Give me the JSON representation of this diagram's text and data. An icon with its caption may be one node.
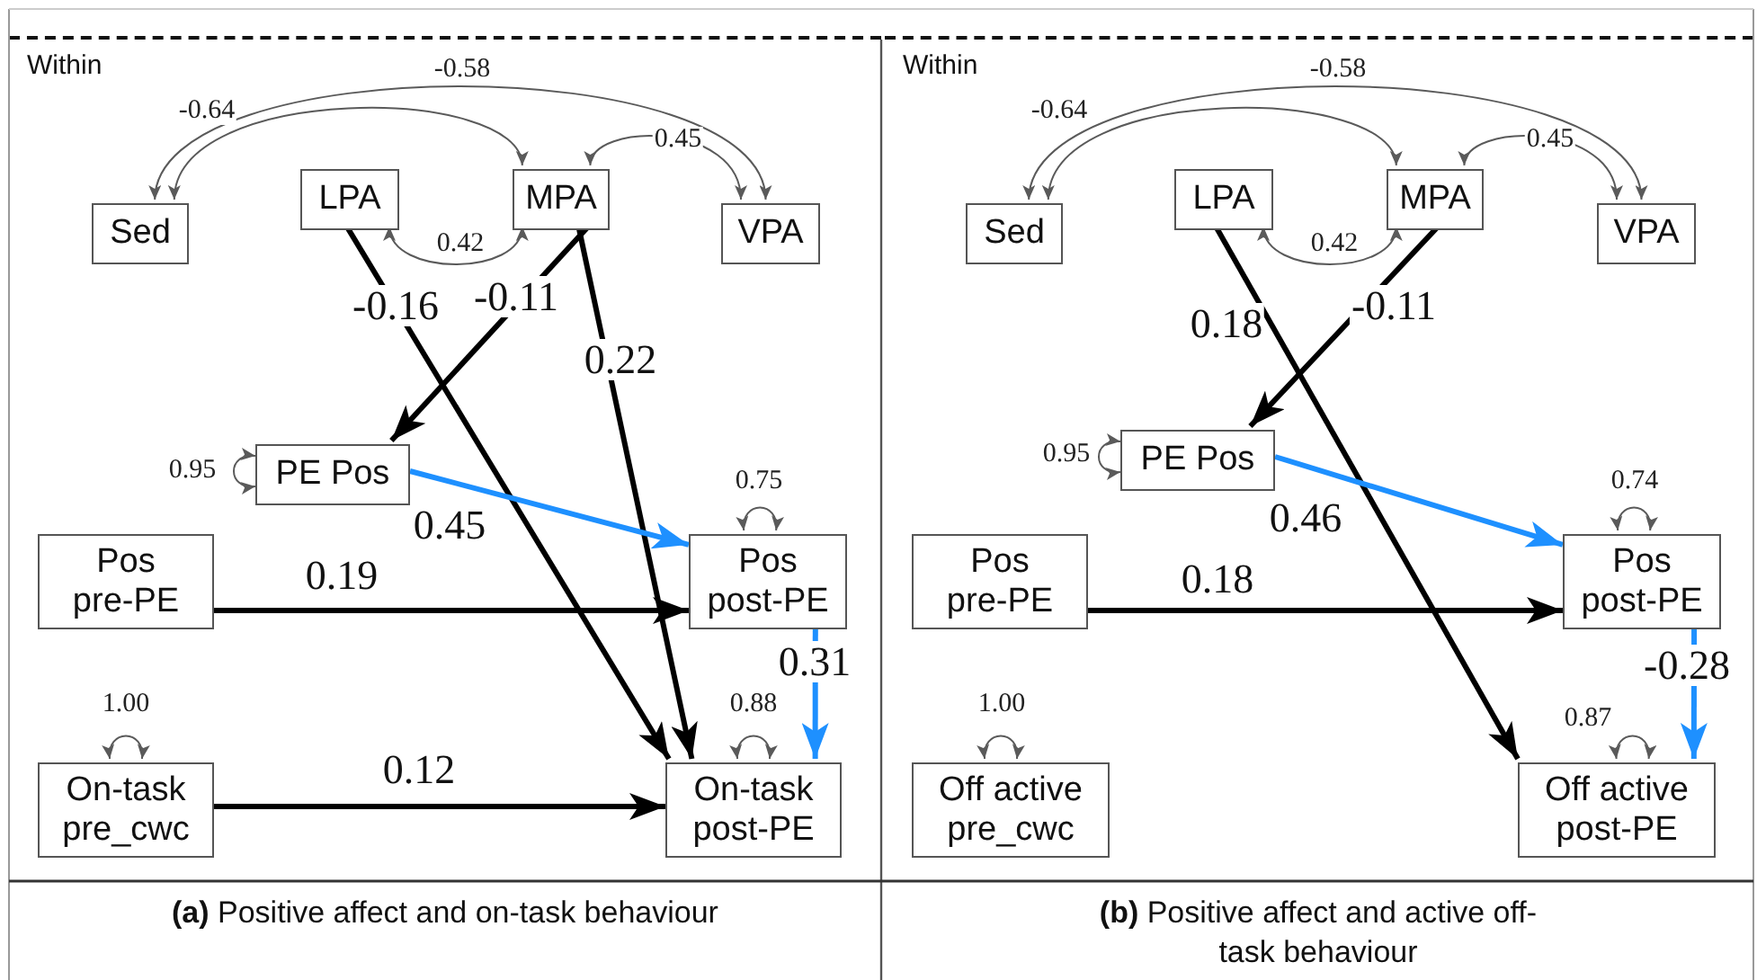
{
  "diagram": {
    "nodes": [
      {
        "text": [
          "Within"
        ]
      },
      {
        "text": [
          "Sed"
        ],
        "in": 0
      },
      {
        "text": [
          "LPA"
        ],
        "in": 0
      },
      {
        "text": [
          "MPA"
        ],
        "in": 0
      },
      {
        "text": [
          "VPA"
        ],
        "in": 0
      },
      {
        "text": [
          "PE Pos"
        ],
        "in": 0
      },
      {
        "text": [
          "Pos pre-PE"
        ],
        "in": 0
      },
      {
        "text": [
          "Pos post-PE"
        ],
        "in": 0
      },
      {
        "text": [
          "On-task pre_cwc"
        ],
        "in": 0
      },
      {
        "text": [
          "On-task post-PE"
        ],
        "in": 0
      },
      {
        "text": [
          "Within"
        ]
      },
      {
        "text": [
          "Sed"
        ],
        "in": 10
      },
      {
        "text": [
          "LPA"
        ],
        "in": 10
      },
      {
        "text": [
          "MPA"
        ],
        "in": 10
      },
      {
        "text": [
          "VPA"
        ],
        "in": 10
      },
      {
        "text": [
          "PE Pos"
        ],
        "in": 10
      },
      {
        "text": [
          "Pos pre-PE"
        ],
        "in": 10
      },
      {
        "text": [
          "Pos post-PE"
        ],
        "in": 10
      },
      {
        "text": [
          "Off active pre_cwc"
        ],
        "in": 10
      },
      {
        "text": [
          "Off active post-PE"
        ],
        "in": 10
      }
    ],
    "edges": [
      {
        "from": 1,
        "to": 3,
        "arrow": "both",
        "label": "-0.64"
      },
      {
        "from": 1,
        "to": 4,
        "arrow": "both",
        "label": "-0.58"
      },
      {
        "from": 3,
        "to": 4,
        "arrow": "both",
        "label": "0.45"
      },
      {
        "from": 2,
        "to": 3,
        "arrow": "both",
        "label": "0.42"
      },
      {
        "from": 5,
        "to": 5,
        "arrow": "both",
        "label": "0.95"
      },
      {
        "from": 7,
        "to": 7,
        "arrow": "both",
        "label": "0.75"
      },
      {
        "from": 8,
        "to": 8,
        "arrow": "both",
        "label": "1.00"
      },
      {
        "from": 9,
        "to": 9,
        "arrow": "both",
        "label": "0.88"
      },
      {
        "from": 2,
        "to": 9,
        "arrow": "to",
        "label": "-0.16",
        "style": "thick",
        "color": "#000000"
      },
      {
        "from": 3,
        "to": 5,
        "arrow": "to",
        "label": "-0.11",
        "style": "thick",
        "color": "#000000"
      },
      {
        "from": 3,
        "to": 9,
        "arrow": "to",
        "label": "0.22",
        "style": "thick",
        "color": "#000000"
      },
      {
        "from": 5,
        "to": 7,
        "arrow": "to",
        "label": "0.45",
        "style": "thick",
        "color": "#1e90ff"
      },
      {
        "from": 6,
        "to": 7,
        "arrow": "to",
        "label": "0.19",
        "style": "thick",
        "color": "#000000"
      },
      {
        "from": 7,
        "to": 9,
        "arrow": "to",
        "label": "0.31",
        "style": "thick",
        "color": "#1e90ff"
      },
      {
        "from": 8,
        "to": 9,
        "arrow": "to",
        "label": "0.12",
        "style": "thick",
        "color": "#000000"
      },
      {
        "from": 11,
        "to": 13,
        "arrow": "both",
        "label": "-0.64"
      },
      {
        "from": 11,
        "to": 14,
        "arrow": "both",
        "label": "-0.58"
      },
      {
        "from": 13,
        "to": 14,
        "arrow": "both",
        "label": "0.45"
      },
      {
        "from": 12,
        "to": 13,
        "arrow": "both",
        "label": "0.42"
      },
      {
        "from": 15,
        "to": 15,
        "arrow": "both",
        "label": "0.95"
      },
      {
        "from": 17,
        "to": 17,
        "arrow": "both",
        "label": "0.74"
      },
      {
        "from": 18,
        "to": 18,
        "arrow": "both",
        "label": "1.00"
      },
      {
        "from": 19,
        "to": 19,
        "arrow": "both",
        "label": "0.87"
      },
      {
        "from": 12,
        "to": 19,
        "arrow": "to",
        "label": "0.18",
        "style": "thick",
        "color": "#000000"
      },
      {
        "from": 13,
        "to": 15,
        "arrow": "to",
        "label": "-0.11",
        "style": "thick",
        "color": "#000000"
      },
      {
        "from": 15,
        "to": 17,
        "arrow": "to",
        "label": "0.46",
        "style": "thick",
        "color": "#1e90ff"
      },
      {
        "from": 16,
        "to": 17,
        "arrow": "to",
        "label": "0.18",
        "style": "thick",
        "color": "#000000"
      },
      {
        "from": 17,
        "to": 19,
        "arrow": "to",
        "label": "-0.28",
        "style": "thick",
        "color": "#1e90ff"
      }
    ],
    "labels": [
      "**(a)** Positive affect and on-task behaviour",
      "**(b)** Positive affect and active off-task behaviour"
    ]
  }
}
